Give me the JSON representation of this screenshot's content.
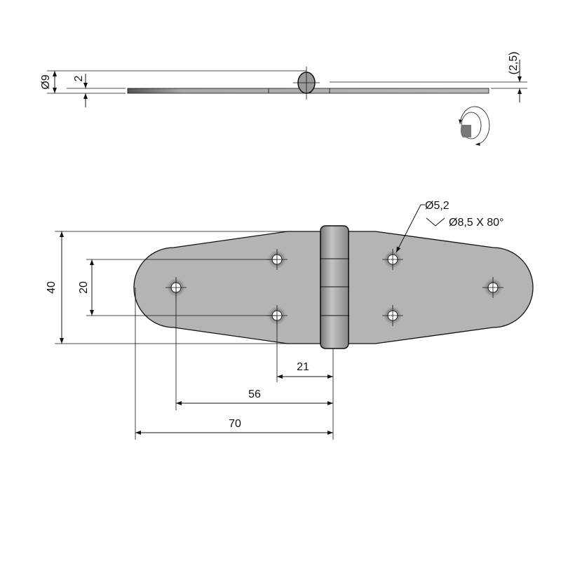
{
  "colors": {
    "plate": "#b4b4b4",
    "line": "#111111",
    "knuckle": "#a8a8a8"
  },
  "side_view": {
    "pin_diameter": "Ø9",
    "thickness": "2",
    "leaf_offset": "(2,5)",
    "rotation_icon": "rotation-arrow-icon"
  },
  "front_view": {
    "height": "40",
    "hole_spacing_vertical": "20",
    "dim_21": "21",
    "dim_56": "56",
    "dim_70": "70",
    "hole_callout": "Ø5,2",
    "countersink_callout": "Ø8,5 X 80°"
  }
}
